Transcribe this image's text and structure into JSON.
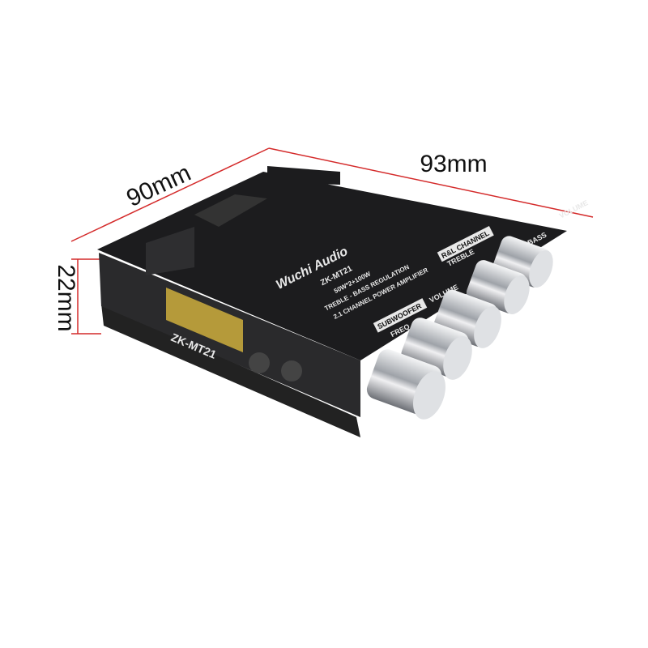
{
  "dimensions": {
    "width_label": "90mm",
    "length_label": "93mm",
    "height_label": "22mm"
  },
  "board": {
    "brand": "Wuchi Audio",
    "model": "ZK-MT21",
    "power": "50W*2+100W",
    "line1": "TREBLE - BASS REGULATION",
    "line2": "2.1 CHANNEL POWER AMPLIFIER",
    "subwoofer_badge": "SUBWOOFER",
    "freq": "FREQ",
    "sub_volume": "VOLUME",
    "rl_badge": "R&L CHANNEL",
    "treble": "TREBLE",
    "bass": "BASS",
    "main_volume": "VOLUME",
    "side_model": "ZK-MT21"
  },
  "colors": {
    "dimension_line": "#d42a2a",
    "board": "#1c1c1e",
    "knob": "#c9ccd0"
  }
}
